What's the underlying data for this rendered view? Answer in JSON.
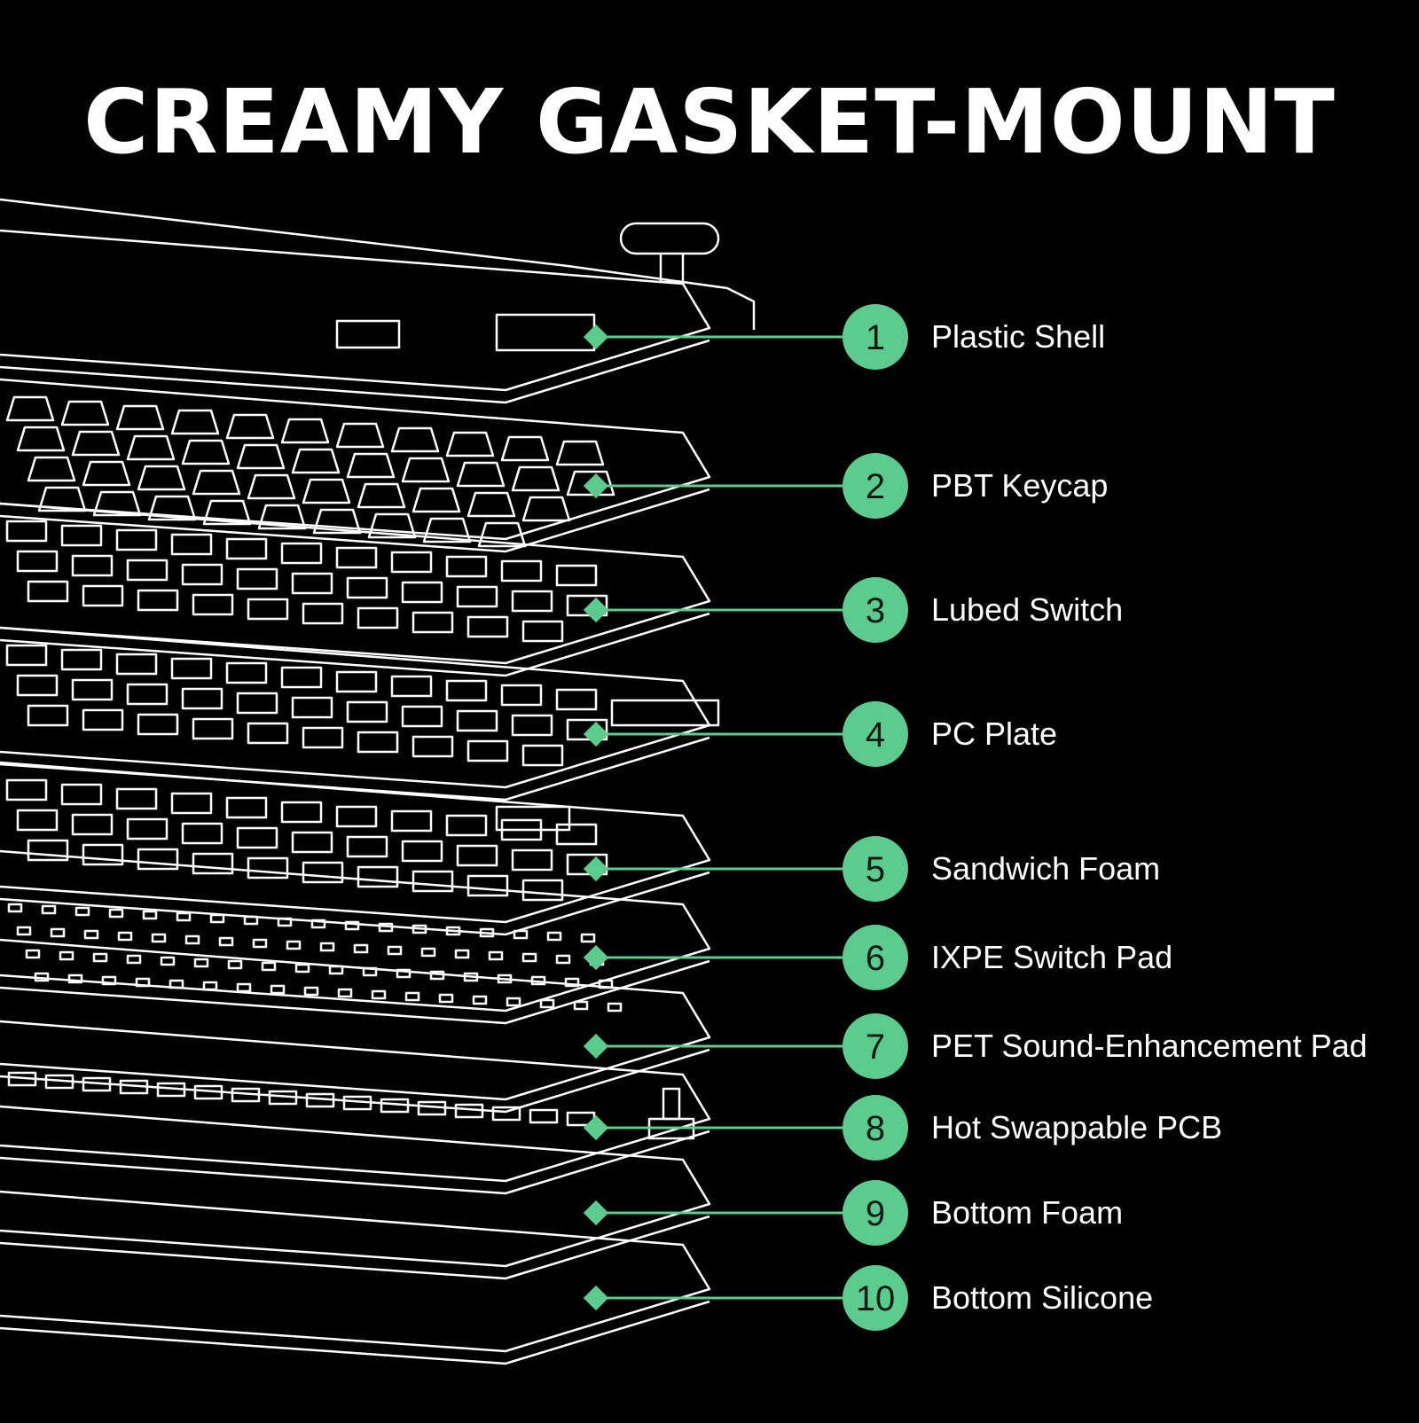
{
  "title": "CREAMY GASKET-MOUNT",
  "colors": {
    "background": "#000000",
    "line_art": "#ffffff",
    "accent": "#5ccb8e",
    "badge_text": "#0b1a12"
  },
  "callouts": [
    {
      "number": "1",
      "label": "Plastic Shell"
    },
    {
      "number": "2",
      "label": "PBT Keycap"
    },
    {
      "number": "3",
      "label": "Lubed Switch"
    },
    {
      "number": "4",
      "label": "PC Plate"
    },
    {
      "number": "5",
      "label": "Sandwich Foam"
    },
    {
      "number": "6",
      "label": "IXPE Switch Pad"
    },
    {
      "number": "7",
      "label": "PET Sound-Enhancement Pad"
    },
    {
      "number": "8",
      "label": "Hot Swappable PCB"
    },
    {
      "number": "9",
      "label": "Bottom Foam"
    },
    {
      "number": "10",
      "label": "Bottom Silicone"
    }
  ]
}
